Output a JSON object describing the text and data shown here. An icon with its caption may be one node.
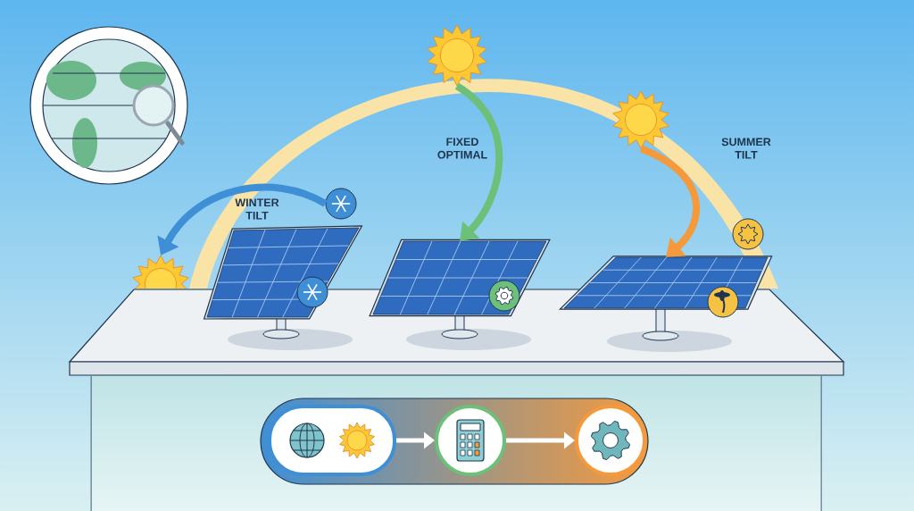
{
  "diagram": {
    "nodes": [
      {
        "text": [],
        "shape": "picture"
      },
      {
        "text": [],
        "shape": "picture"
      },
      {
        "text": [],
        "shape": "picture"
      },
      {
        "text": [],
        "shape": "picture"
      },
      {
        "text": [],
        "shape": "picture"
      },
      {
        "text": [],
        "shape": "picture"
      },
      {
        "text": [],
        "shape": "circle"
      },
      {
        "text": [],
        "shape": "circle"
      },
      {
        "text": [],
        "shape": "circle"
      },
      {
        "text": [],
        "shape": "circle"
      }
    ],
    "edges": [
      {
        "from": 6,
        "to": 0,
        "arrow": "to",
        "label": "WINTER TILT",
        "color": "#3f8fd6"
      },
      {
        "from": 1,
        "to": 4,
        "arrow": "to",
        "label": "FIXED OPTIMAL",
        "color": "#6cc07a"
      },
      {
        "from": 2,
        "to": 5,
        "arrow": "to",
        "label": "SUMMER TILT",
        "color": "#f59a3c"
      },
      {
        "from": 7,
        "to": 8,
        "arrow": "to",
        "color": "#ffffff"
      },
      {
        "from": 8,
        "to": 9,
        "arrow": "to",
        "color": "#ffffff"
      }
    ]
  }
}
